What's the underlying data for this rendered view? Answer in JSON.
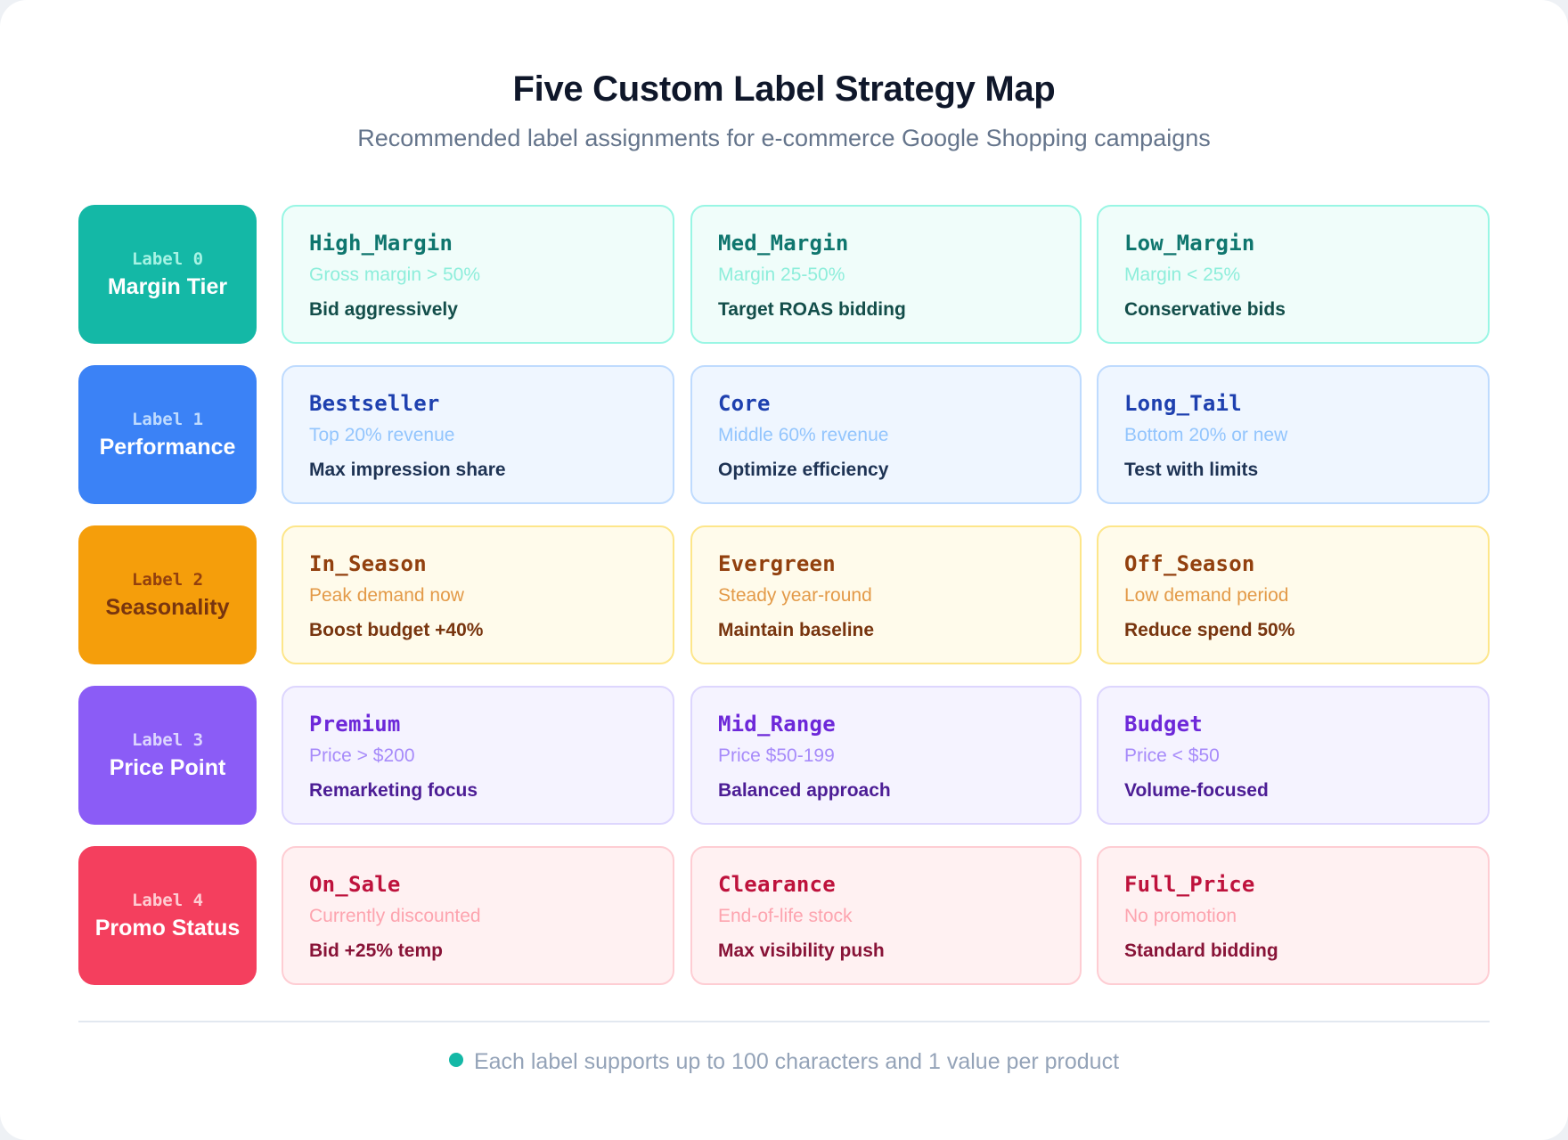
{
  "header": {
    "title": "Five Custom Label Strategy Map",
    "subtitle": "Recommended label assignments for e-commerce Google Shopping campaigns"
  },
  "rows": [
    {
      "label_id": "Label 0",
      "label_name": "Margin Tier",
      "colors": {
        "box_bg": "#14b8a6",
        "box_id": "#a7f3e4",
        "box_name": "#ffffff",
        "card_bg": "#f0fdfa",
        "card_border": "#99f6e4",
        "title": "#0f766e",
        "sub": "#8eeedb",
        "action": "#134e4a"
      },
      "cards": [
        {
          "title": "High_Margin",
          "condition": "Gross margin > 50%",
          "action": "Bid aggressively"
        },
        {
          "title": "Med_Margin",
          "condition": "Margin 25-50%",
          "action": "Target ROAS bidding"
        },
        {
          "title": "Low_Margin",
          "condition": "Margin < 25%",
          "action": "Conservative bids"
        }
      ]
    },
    {
      "label_id": "Label 1",
      "label_name": "Performance",
      "colors": {
        "box_bg": "#3b82f6",
        "box_id": "#bfdbfe",
        "box_name": "#ffffff",
        "card_bg": "#eff6ff",
        "card_border": "#bfdbfe",
        "title": "#1e40af",
        "sub": "#93c5fd",
        "action": "#1e3354"
      },
      "cards": [
        {
          "title": "Bestseller",
          "condition": "Top 20% revenue",
          "action": "Max impression share"
        },
        {
          "title": "Core",
          "condition": "Middle 60% revenue",
          "action": "Optimize efficiency"
        },
        {
          "title": "Long_Tail",
          "condition": "Bottom 20% or new",
          "action": "Test with limits"
        }
      ]
    },
    {
      "label_id": "Label 2",
      "label_name": "Seasonality",
      "colors": {
        "box_bg": "#f59e0b",
        "box_id": "#92400e",
        "box_name": "#78350f",
        "card_bg": "#fffbeb",
        "card_border": "#fde68a",
        "title": "#92400e",
        "sub": "#e39a48",
        "action": "#78350f"
      },
      "cards": [
        {
          "title": "In_Season",
          "condition": "Peak demand now",
          "action": "Boost budget +40%"
        },
        {
          "title": "Evergreen",
          "condition": "Steady year-round",
          "action": "Maintain baseline"
        },
        {
          "title": "Off_Season",
          "condition": "Low demand period",
          "action": "Reduce spend 50%"
        }
      ]
    },
    {
      "label_id": "Label 3",
      "label_name": "Price Point",
      "colors": {
        "box_bg": "#8b5cf6",
        "box_id": "#ddd6fe",
        "box_name": "#ffffff",
        "card_bg": "#f5f3ff",
        "card_border": "#ddd6fe",
        "title": "#6d28d9",
        "sub": "#a78bfa",
        "action": "#4c1d95"
      },
      "cards": [
        {
          "title": "Premium",
          "condition": "Price > $200",
          "action": "Remarketing focus"
        },
        {
          "title": "Mid_Range",
          "condition": "Price $50-199",
          "action": "Balanced approach"
        },
        {
          "title": "Budget",
          "condition": "Price < $50",
          "action": "Volume-focused"
        }
      ]
    },
    {
      "label_id": "Label 4",
      "label_name": "Promo Status",
      "colors": {
        "box_bg": "#f43f5e",
        "box_id": "#fecdd3",
        "box_name": "#ffffff",
        "card_bg": "#fff1f2",
        "card_border": "#fecdd3",
        "title": "#be123c",
        "sub": "#fda4af",
        "action": "#881337"
      },
      "cards": [
        {
          "title": "On_Sale",
          "condition": "Currently discounted",
          "action": "Bid +25% temp"
        },
        {
          "title": "Clearance",
          "condition": "End-of-life stock",
          "action": "Max visibility push"
        },
        {
          "title": "Full_Price",
          "condition": "No promotion",
          "action": "Standard bidding"
        }
      ]
    }
  ],
  "footer": {
    "note": "Each label supports up to 100 characters and 1 value per product",
    "dot_color": "#14b8a6"
  }
}
